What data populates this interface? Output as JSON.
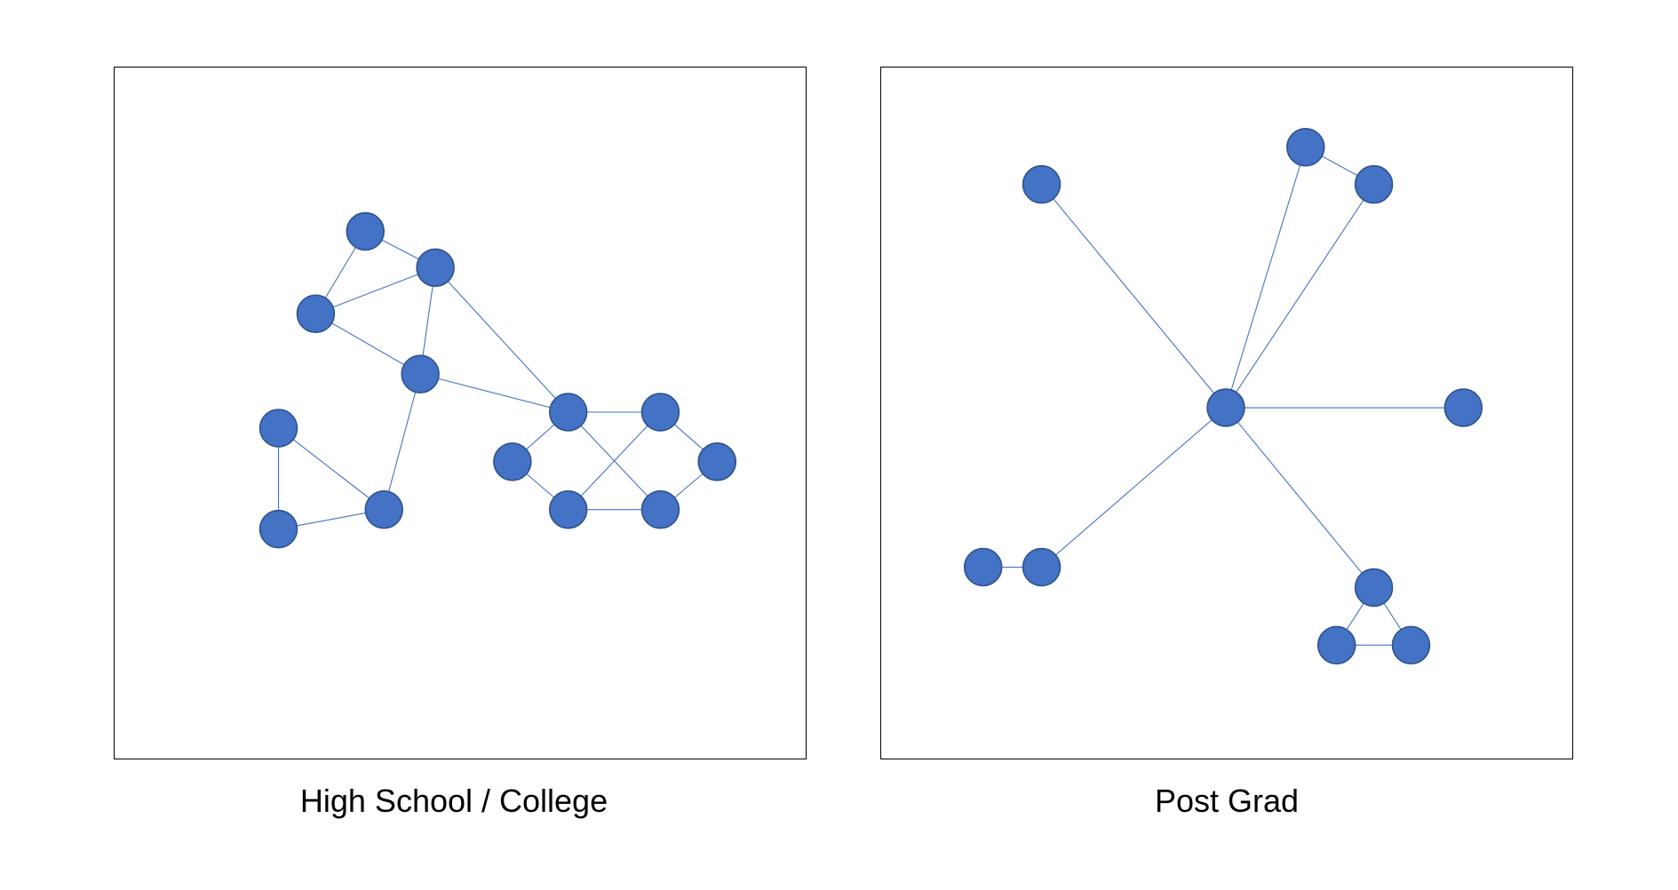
{
  "colors": {
    "node_fill": "#4472C4",
    "node_stroke": "#2F528F",
    "edge": "#4472C4",
    "frame": "#000000"
  },
  "diagrams": [
    {
      "caption": "High School / College",
      "nodes": [
        "a",
        "b",
        "c",
        "d",
        "e",
        "f",
        "g",
        "h",
        "i",
        "j",
        "k",
        "l",
        "m",
        "n"
      ],
      "edges": [
        [
          "a",
          "b"
        ],
        [
          "a",
          "c"
        ],
        [
          "b",
          "c"
        ],
        [
          "c",
          "d"
        ],
        [
          "b",
          "d"
        ],
        [
          "b",
          "h"
        ],
        [
          "d",
          "h"
        ],
        [
          "d",
          "g"
        ],
        [
          "e",
          "g"
        ],
        [
          "e",
          "f"
        ],
        [
          "f",
          "g"
        ],
        [
          "h",
          "i"
        ],
        [
          "h",
          "j"
        ],
        [
          "i",
          "k"
        ],
        [
          "h",
          "m"
        ],
        [
          "j",
          "l"
        ],
        [
          "l",
          "m"
        ],
        [
          "m",
          "n"
        ],
        [
          "k",
          "n"
        ],
        [
          "i",
          "l"
        ]
      ]
    },
    {
      "caption": "Post Grad",
      "nodes": [
        "center",
        "p1",
        "p2",
        "p3",
        "p4",
        "p5",
        "p6",
        "p7",
        "p8",
        "p9",
        "p10"
      ],
      "edges": [
        [
          "center",
          "p1"
        ],
        [
          "center",
          "p2"
        ],
        [
          "center",
          "p3"
        ],
        [
          "p2",
          "p3"
        ],
        [
          "center",
          "p4"
        ],
        [
          "center",
          "p5"
        ],
        [
          "p5",
          "p6"
        ],
        [
          "center",
          "p7"
        ],
        [
          "p7",
          "p8"
        ],
        [
          "p7",
          "p9"
        ],
        [
          "p8",
          "p9"
        ]
      ]
    }
  ]
}
